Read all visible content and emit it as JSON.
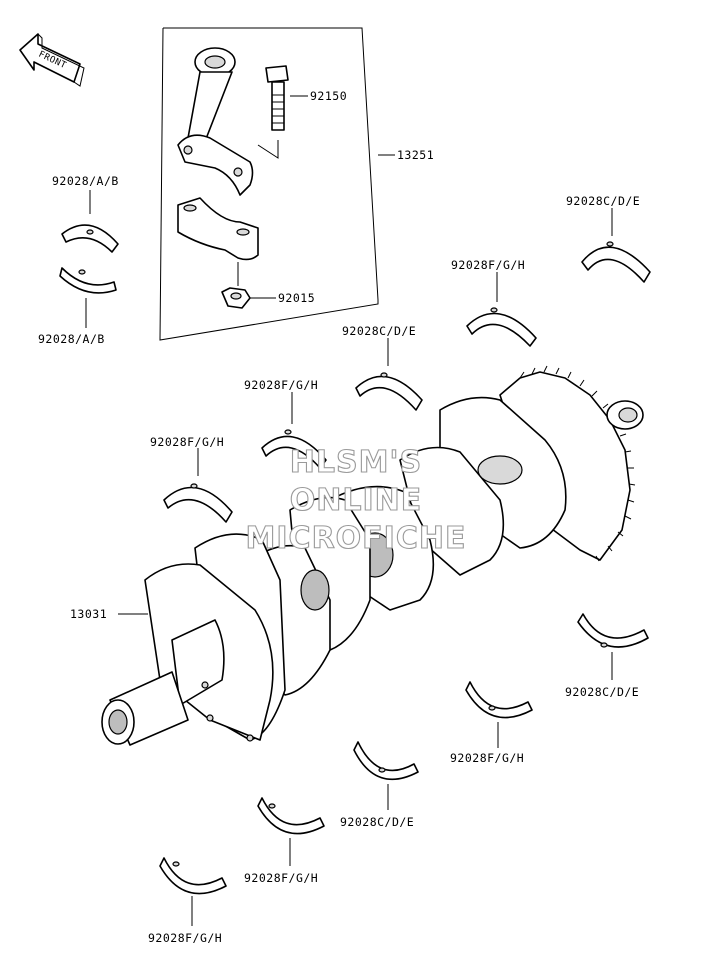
{
  "front_arrow": {
    "text": "FRONT"
  },
  "watermark": {
    "line1": "HLSM'S",
    "line2": "ONLINE",
    "line3": "MICROFICHE"
  },
  "labels": {
    "conrod_assembly": "13251",
    "conrod_bolt": "92150",
    "conrod_nut": "92015",
    "crankshaft": "13031",
    "conrod_bearing_upper": "92028/A/B",
    "conrod_bearing_lower": "92028/A/B",
    "upper_right_cde": "92028C/D/E",
    "upper_right_fgh": "92028F/G/H",
    "upper_mid_cde": "92028C/D/E",
    "upper_mid_fgh": "92028F/G/H",
    "upper_left_fgh": "92028F/G/H",
    "lower_right_cde": "92028C/D/E",
    "lower_right_fgh": "92028F/G/H",
    "lower_mid_cde": "92028C/D/E",
    "lower_mid_fgh": "92028F/G/H",
    "lower_left_fgh": "92028F/G/H"
  }
}
